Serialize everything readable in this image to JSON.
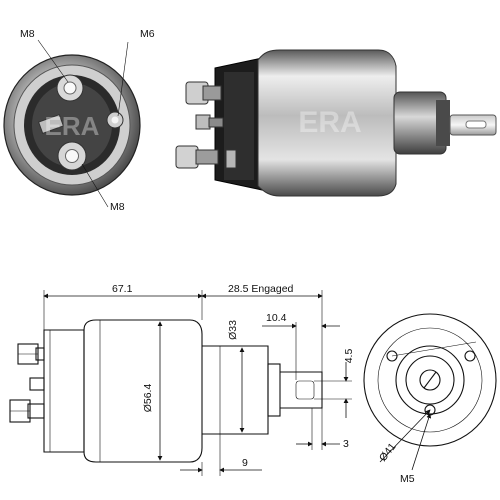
{
  "photo_end_view": {
    "callouts": {
      "top_left": "M8",
      "top_right": "M6",
      "bottom": "M8"
    },
    "watermark": "ERA"
  },
  "photo_side_view": {
    "watermark": "ERA"
  },
  "drawing_side": {
    "length_body": "67.1",
    "length_engaged": "28.5 Engaged",
    "diameter_body": "Ø56.4",
    "diameter_plunger": "Ø33",
    "width_slot": "10.4",
    "height_slot": "4.5",
    "offset_bottom_left": "9",
    "offset_bottom_right": "3"
  },
  "drawing_end": {
    "diameter_bolt_circle": "Ø41",
    "thread": "M5"
  },
  "colors": {
    "line": "#111111",
    "metal_light": "#e8e8e8",
    "metal_dark": "#6b6b6b",
    "plastic": "#1a1a1a"
  }
}
